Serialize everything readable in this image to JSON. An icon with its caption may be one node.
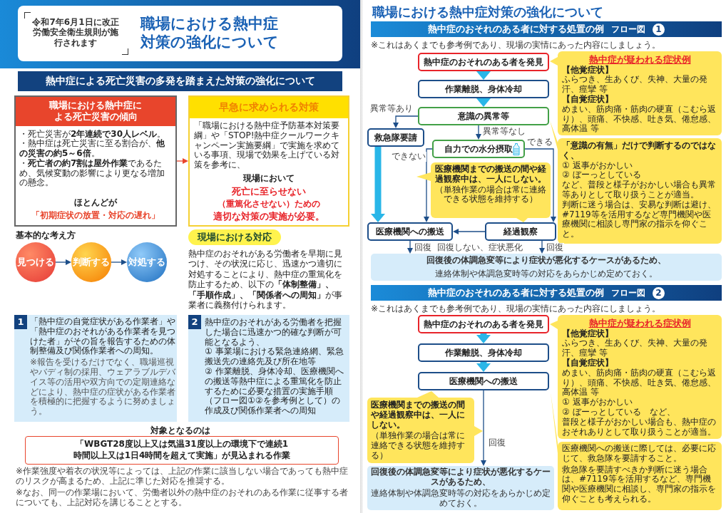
{
  "diagram": {
    "nodes": [
      {
        "text": [
          "令和7年6月1日に改正労働安全衛生規則が施行されます",
          "職場における熱中症対策の強化について"
        ]
      },
      {
        "text": [
          "熱中症による死亡災害の多発を踏まえた対策の強化について"
        ]
      },
      {
        "text": [
          "職場における熱中症による死亡災害の傾向",
          "・死亡災害が**2年連続で30人レベル**。",
          "・熱中症は死亡災害に至る割合が、**他の災害の約5～6倍**。",
          "・**死亡者の約7割は屋外作業**であるため、気候変動の影響により更なる増加の懸念。",
          "ほとんどが",
          "「初期症状の放置・対応の遅れ」"
        ]
      },
      {
        "text": [
          "早急に求められる対策",
          "「職場における熱中症予防基本対策要綱」や「STOP!熱中症クールワークキャンペーン実施要綱」で実施を求めている事項、現場で効果を上げている対策を参考に、",
          "現場において",
          "死亡に至らせない",
          "（重篤化させない）ための",
          "適切な対策の実施が必要。"
        ]
      },
      {
        "text": [
          "見つける"
        ]
      },
      {
        "text": [
          "判断する"
        ]
      },
      {
        "text": [
          "対処する"
        ]
      },
      {
        "text": [
          "現場における対応"
        ]
      },
      {
        "text": [
          "1",
          "「熱中症の自覚症状がある作業者」や「熱中症のおそれがある作業者を見つけた者」がその旨を報告するための体制整備及び関係作業者への周知。",
          "※報告を受けるだけでなく、職場巡視やバディ制の採用、ウェアラブルデバイス等の活用や双方向での定期連絡などにより、熱中症の症状がある作業者を積極的に把握するように努めましょう。"
        ]
      },
      {
        "text": [
          "2",
          "熱中症のおそれがある労働者を把握した場合に迅速かつ的確な判断が可能となるよう、",
          "① 事業場における緊急連絡網、緊急搬送先の連絡先及び所在地等",
          "② 作業離脱、身体冷却、医療機関への搬送等熱中症による重篤化を防止するために必要な措置の実施手順（フロー図①②を参考例として）の作成及び関係作業者への周知"
        ]
      },
      {
        "text": [
          "「**WBGT28度以上**又は**気温31度以上**の環境下で**連続1時間以上**又は**1日4時間**を超えて実施」が見込まれる作業"
        ]
      },
      {
        "text": [
          "熱中症のおそれのある者に対する処置の例",
          "フロー図",
          "1"
        ]
      },
      {
        "text": [
          "熱中症のおそれのある者を発見"
        ]
      },
      {
        "text": [
          "熱中症が疑われる症状例",
          "【他覚症状】",
          "ふらつき、生あくび、失神、大量の発汗、痙攣 等",
          "【自覚症状】",
          "めまい、筋肉痛・筋肉の硬直（こむら返り）、頭痛、不快感、吐き気、倦怠感、高体温 等"
        ]
      },
      {
        "text": [
          "作業離脱、身体冷却"
        ]
      },
      {
        "text": [
          "意識の異常等"
        ]
      },
      {
        "text": [
          "「意識の有無」だけで判断するのではなく、",
          "① 返事がおかしい",
          "② ぼーっとしている",
          "など、普段と様子がおかしい場合も異常等ありとして取り扱うことが適当。",
          "判断に迷う場合は、安易な判断は避け、#7119等を活用するなど専門機関や医療機関に相談し専門家の指示を仰ぐこと。"
        ]
      },
      {
        "text": [
          "救急隊要請"
        ]
      },
      {
        "text": [
          "自力での水分摂取"
        ]
      },
      {
        "text": [
          "医療機関への搬送"
        ]
      },
      {
        "text": [
          "経過観察"
        ]
      },
      {
        "text": [
          "医療機関までの搬送の間や経過観察中は、一人にしない。",
          "（単独作業の場合は常に連絡できる状態を維持する）"
        ]
      },
      {
        "text": [
          "**回復後の体調急変等により症状が悪化するケース**があるため、",
          "連絡体制や体調急変時等の対応をあらかじめ定めておく。"
        ]
      },
      {
        "text": [
          "熱中症のおそれのある者に対する処置の例",
          "フロー図",
          "2"
        ]
      },
      {
        "text": [
          "熱中症のおそれのある者を発見"
        ]
      },
      {
        "text": [
          "熱中症が疑われる症状例",
          "【他覚症状】",
          "ふらつき、生あくび、失神、大量の発汗、痙攣 等",
          "【自覚症状】",
          "めまい、筋肉痛・筋肉の硬直（こむら返り）、頭痛、不快感、吐き気、倦怠感、高体温 等",
          "① 返事がおかしい",
          "② ぼーっとしている　など、",
          "普段と様子がおかしい場合も、熱中症のおそれありとして取り扱うことが適当。"
        ]
      },
      {
        "text": [
          "作業離脱、身体冷却"
        ]
      },
      {
        "text": [
          "医療機関までの搬送の間や経過観察中は、一人にしない。",
          "（単独作業の場合は常に連絡できる状態を維持する）"
        ]
      },
      {
        "text": [
          "医療機関への搬送"
        ]
      },
      {
        "text": [
          "医療機関への搬送に際しては、必要に応じて、救急隊を要請すること。",
          "救急隊を要請すべきか判断に迷う場合は、#7119等を活用するなど、専門機関や医療機関に相談し、専門家の指示を仰ぐことも考えられる。"
        ]
      },
      {
        "text": [
          "**回復後の体調急変等により症状が悪化するケース**があるため、",
          "連絡体制や体調急変時等の対応をあらかじめ定めておく。"
        ]
      }
    ],
    "edges": [
      {
        "from": 2,
        "to": 3,
        "arrow": "to",
        "color": "#e8452c"
      },
      {
        "from": 4,
        "to": 5,
        "arrow": "to"
      },
      {
        "from": 5,
        "to": 6,
        "arrow": "to"
      },
      {
        "from": 12,
        "to": 14,
        "arrow": "to",
        "style": "thick",
        "color": "#29b6e8"
      },
      {
        "from": 14,
        "to": 15,
        "arrow": "to",
        "style": "thick",
        "color": "#29b6e8"
      },
      {
        "from": 15,
        "to": 17,
        "arrow": "to",
        "label": "異常等あり"
      },
      {
        "from": 15,
        "to": 18,
        "arrow": "to",
        "label": "異常等なし"
      },
      {
        "from": 17,
        "to": 19,
        "arrow": "to",
        "style": "thick",
        "color": "#29b6e8"
      },
      {
        "from": 18,
        "to": 19,
        "arrow": "to",
        "label": "できない"
      },
      {
        "from": 18,
        "to": 20,
        "arrow": "to",
        "label": "できる"
      },
      {
        "from": 20,
        "to": 19,
        "arrow": "to",
        "label": "回復しない、症状悪化"
      },
      {
        "from": 19,
        "to": 22,
        "arrow": "to",
        "label": "回復"
      },
      {
        "from": 20,
        "to": 22,
        "arrow": "to",
        "label": "回復"
      },
      {
        "from": 24,
        "to": 26,
        "arrow": "to",
        "style": "thick",
        "color": "#29b6e8"
      },
      {
        "from": 26,
        "to": 28,
        "arrow": "to",
        "style": "thick",
        "color": "#29b6e8"
      },
      {
        "from": 28,
        "to": 30,
        "arrow": "to",
        "label": "回復"
      }
    ],
    "labels": [
      "基本的な考え方",
      "熱中症のおそれがある労働者を早期に見つけ、その状況に応じ、迅速かつ適切に対処することにより、熱中症の重篤化を防止するため、以下の**「体制整備」、「手順作成」、「関係者への周知」**が事業者に義務付けられます。",
      "対象となるのは",
      "※作業強度や着衣の状況等によっては、上記の作業に該当しない場合であっても熱中症のリスクが高まるため、上記に準じた対応を推奨する。",
      "※なお、同一の作業場において、労働者以外の熱中症のおそれのある作業に従事する者についても、上記対応を講じることとする。",
      "職場における熱中症対策の強化について",
      "※これはあくまでも参考例であり、現場の実情にあった内容にしましょう。",
      "※これはあくまでも参考例であり、現場の実情にあった内容にしましょう。"
    ]
  }
}
